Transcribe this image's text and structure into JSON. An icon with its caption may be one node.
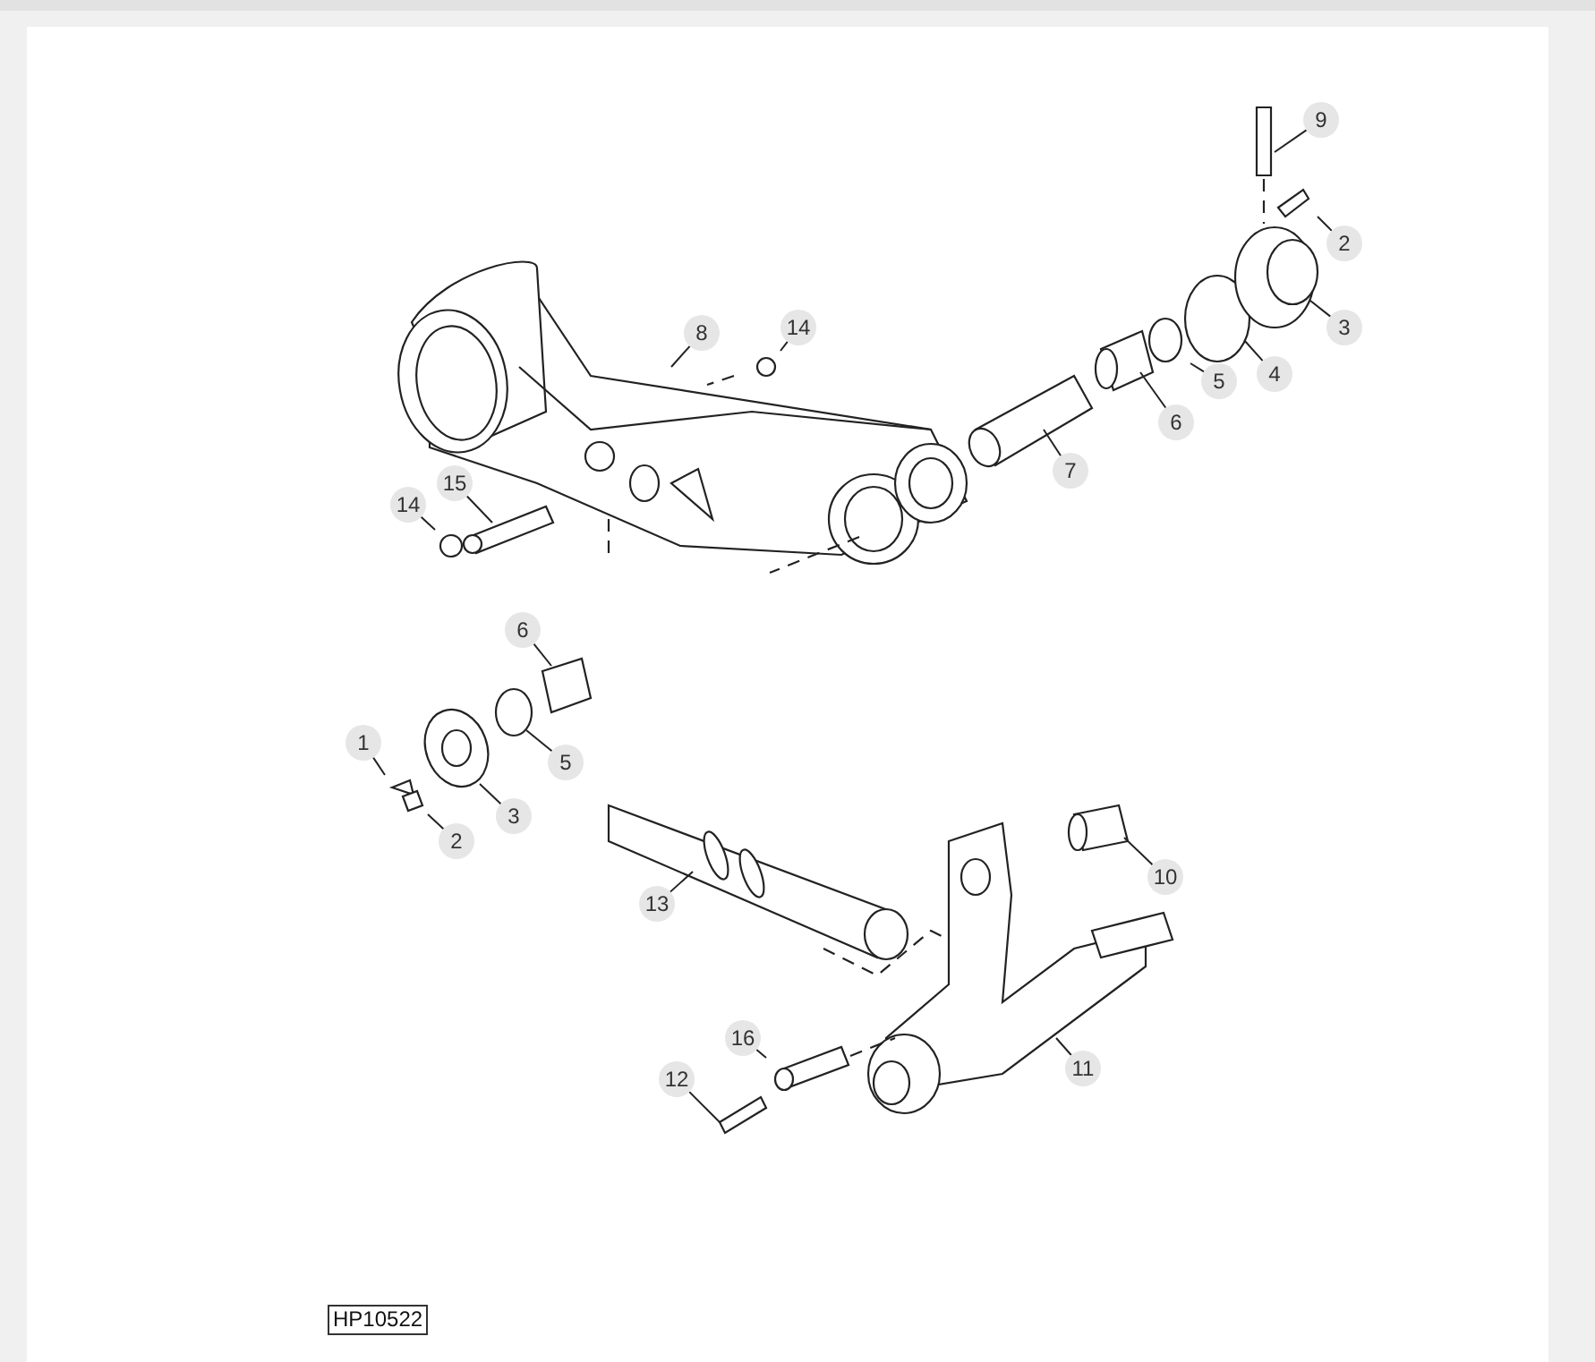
{
  "diagram": {
    "nodes": [
      {
        "text": [
          "9"
        ]
      },
      {
        "text": [
          "2"
        ]
      },
      {
        "text": [
          "3"
        ]
      },
      {
        "text": [
          "14"
        ]
      },
      {
        "text": [
          "8"
        ]
      },
      {
        "text": [
          "4"
        ]
      },
      {
        "text": [
          "5"
        ]
      },
      {
        "text": [
          "6"
        ]
      },
      {
        "text": [
          "7"
        ]
      },
      {
        "text": [
          "15"
        ]
      },
      {
        "text": [
          "14"
        ]
      },
      {
        "text": [
          "6"
        ]
      },
      {
        "text": [
          "1"
        ]
      },
      {
        "text": [
          "5"
        ]
      },
      {
        "text": [
          "3"
        ]
      },
      {
        "text": [
          "2"
        ]
      },
      {
        "text": [
          "10"
        ]
      },
      {
        "text": [
          "13"
        ]
      },
      {
        "text": [
          "16"
        ]
      },
      {
        "text": [
          "11"
        ]
      },
      {
        "text": [
          "12"
        ]
      }
    ],
    "edges": [
      {
        "from": 0,
        "to": null,
        "arrow": "none"
      },
      {
        "from": 1,
        "to": null,
        "arrow": "none"
      },
      {
        "from": 2,
        "to": null,
        "arrow": "none"
      },
      {
        "from": 3,
        "to": null,
        "arrow": "none"
      },
      {
        "from": 4,
        "to": null,
        "arrow": "none"
      },
      {
        "from": 5,
        "to": null,
        "arrow": "none"
      },
      {
        "from": 6,
        "to": null,
        "arrow": "none"
      },
      {
        "from": 7,
        "to": null,
        "arrow": "none"
      },
      {
        "from": 8,
        "to": null,
        "arrow": "none"
      },
      {
        "from": 9,
        "to": null,
        "arrow": "none"
      },
      {
        "from": 10,
        "to": null,
        "arrow": "none"
      },
      {
        "from": 11,
        "to": null,
        "arrow": "none"
      },
      {
        "from": 12,
        "to": null,
        "arrow": "none"
      },
      {
        "from": 13,
        "to": null,
        "arrow": "none"
      },
      {
        "from": 14,
        "to": null,
        "arrow": "none"
      },
      {
        "from": 15,
        "to": null,
        "arrow": "none"
      },
      {
        "from": 16,
        "to": null,
        "arrow": "none"
      },
      {
        "from": 17,
        "to": null,
        "arrow": "none"
      },
      {
        "from": 18,
        "to": null,
        "arrow": "none"
      },
      {
        "from": 19,
        "to": null,
        "arrow": "none"
      },
      {
        "from": 20,
        "to": null,
        "arrow": "none"
      }
    ],
    "labels": [
      "HP10522"
    ]
  }
}
